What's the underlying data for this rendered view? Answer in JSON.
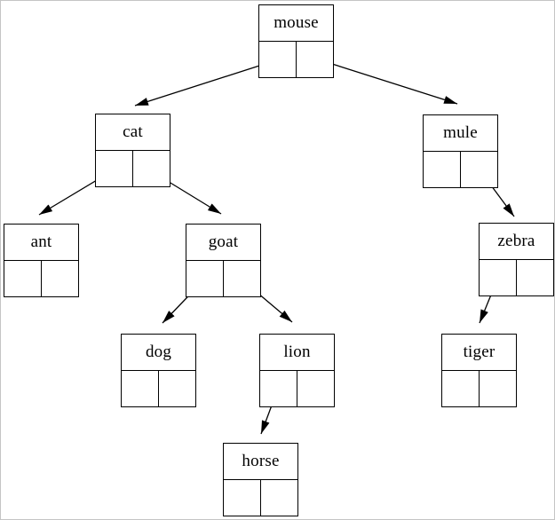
{
  "diagram": {
    "type": "binary-tree",
    "line_color": "#000000",
    "background_color": "#ffffff",
    "frame_color": "#c4c4c4",
    "nodes": [
      {
        "id": "mouse",
        "label": "mouse"
      },
      {
        "id": "cat",
        "label": "cat"
      },
      {
        "id": "mule",
        "label": "mule"
      },
      {
        "id": "ant",
        "label": "ant"
      },
      {
        "id": "goat",
        "label": "goat"
      },
      {
        "id": "zebra",
        "label": "zebra"
      },
      {
        "id": "dog",
        "label": "dog"
      },
      {
        "id": "lion",
        "label": "lion"
      },
      {
        "id": "tiger",
        "label": "tiger"
      },
      {
        "id": "horse",
        "label": "horse"
      }
    ],
    "edges": [
      {
        "from": "mouse",
        "pointer": "left",
        "to": "cat"
      },
      {
        "from": "mouse",
        "pointer": "right",
        "to": "mule"
      },
      {
        "from": "cat",
        "pointer": "left",
        "to": "ant"
      },
      {
        "from": "cat",
        "pointer": "right",
        "to": "goat"
      },
      {
        "from": "goat",
        "pointer": "left",
        "to": "dog"
      },
      {
        "from": "goat",
        "pointer": "right",
        "to": "lion"
      },
      {
        "from": "mule",
        "pointer": "right",
        "to": "zebra"
      },
      {
        "from": "zebra",
        "pointer": "left",
        "to": "tiger"
      },
      {
        "from": "lion",
        "pointer": "left",
        "to": "horse"
      }
    ]
  }
}
